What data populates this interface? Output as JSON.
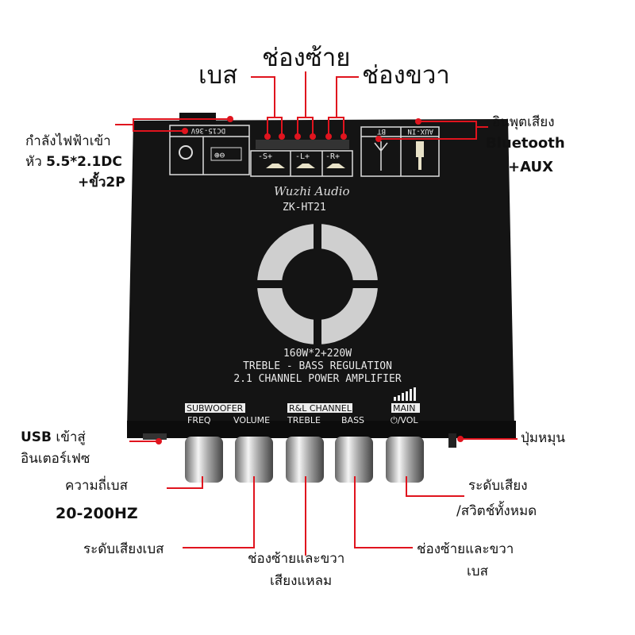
{
  "callouts": {
    "top_left_channel": "ช่องซ้าย",
    "bass": "เบส",
    "right_channel": "ช่องขวา",
    "power_line1": "กำลังไฟฟ้าเข้า",
    "power_line2_prefix": "หัว ",
    "power_line2_spec": "5.5*2.1DC",
    "power_line3": "+ขั้ว2P",
    "audio_input": "อินพุตเสียง",
    "bluetooth": "Bluetooth",
    "aux": "+AUX",
    "usb_line1_bold": "USB",
    "usb_line1_rest": " เข้าสู่",
    "usb_line2": "อินเตอร์เฟซ",
    "knob": "ปุ่มหมุน",
    "bass_freq": "ความถี่เบส",
    "bass_freq_range": "20-200HZ",
    "volume_line1": "ระดับเสียง",
    "volume_line2": "/สวิตช์ทั้งหมด",
    "bass_volume": "ระดับเสียงเบส",
    "treble_line1": "ช่องซ้ายและขวา",
    "treble_line2": "เสียงแหลม",
    "lr_bass_line1": "ช่องซ้ายและขวา",
    "lr_bass_line2": "เบส"
  },
  "device": {
    "power_label": "DC15-36V",
    "sub_port": "-S+",
    "left_port": "-L+",
    "right_port": "-R+",
    "bt_label": "BT",
    "aux_label": "AUX-IN",
    "brand": "Wuzhi Audio",
    "model": "ZK-HT21",
    "spec1": "160W*2+220W",
    "spec2": "TREBLE - BASS REGULATION",
    "spec3": "2.1 CHANNEL POWER AMPLIFIER",
    "subwoofer": "SUBWOOFER",
    "freq": "FREQ",
    "volume": "VOLUME",
    "rl_channel": "R&L CHANNEL",
    "treble": "TREBLE",
    "bass": "BASS",
    "main": "MAIN",
    "vol": "⏻/VOL"
  },
  "colors": {
    "accent": "#e0141e",
    "device": "#141414"
  }
}
